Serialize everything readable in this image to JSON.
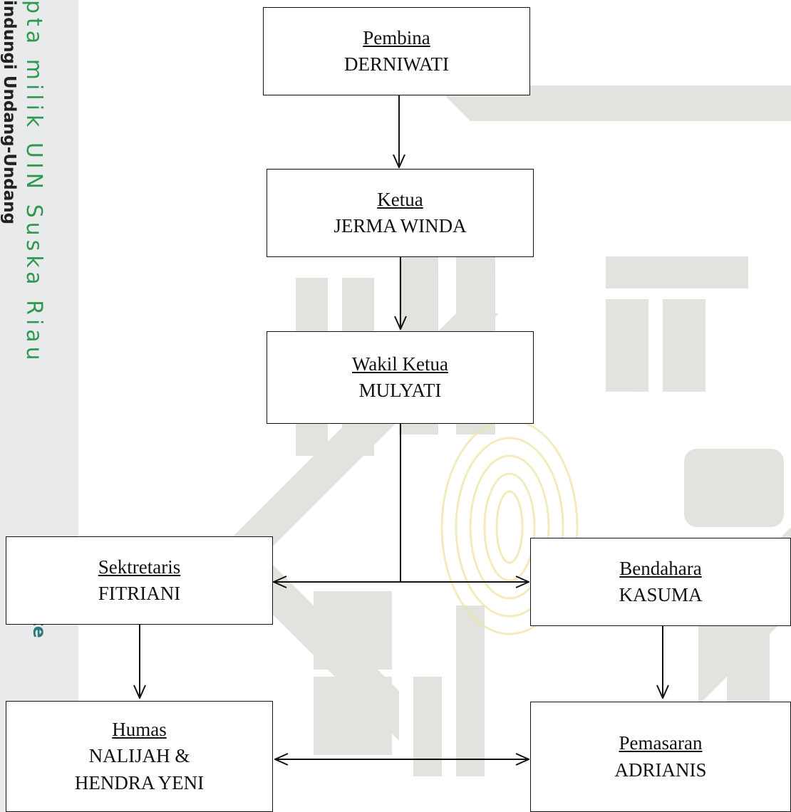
{
  "sidebar": {
    "watermark_green": "pta milik UIN Suska Riau",
    "watermark_black": "indungi Undang-Undang",
    "watermark_state": "State"
  },
  "nodes": {
    "pembina": {
      "role": "Pembina",
      "name": "DERNIWATI"
    },
    "ketua": {
      "role": "Ketua",
      "name": "JERMA WINDA"
    },
    "wakil_ketua": {
      "role": "Wakil Ketua",
      "name": "MULYATI"
    },
    "sekretaris": {
      "role": "Sektretaris",
      "name": "FITRIANI"
    },
    "bendahara": {
      "role": "Bendahara",
      "name": "KASUMA"
    },
    "humas": {
      "role": "Humas",
      "name_line1": "NALIJAH &",
      "name_line2": "HENDRA YENI"
    },
    "pemasaran": {
      "role": "Pemasaran",
      "name": "ADRIANIS"
    }
  },
  "colors": {
    "watermark_green": "#2f9a4f",
    "background_watermark": "#c9ccc4",
    "logo_gold": "#f3e7a6"
  }
}
